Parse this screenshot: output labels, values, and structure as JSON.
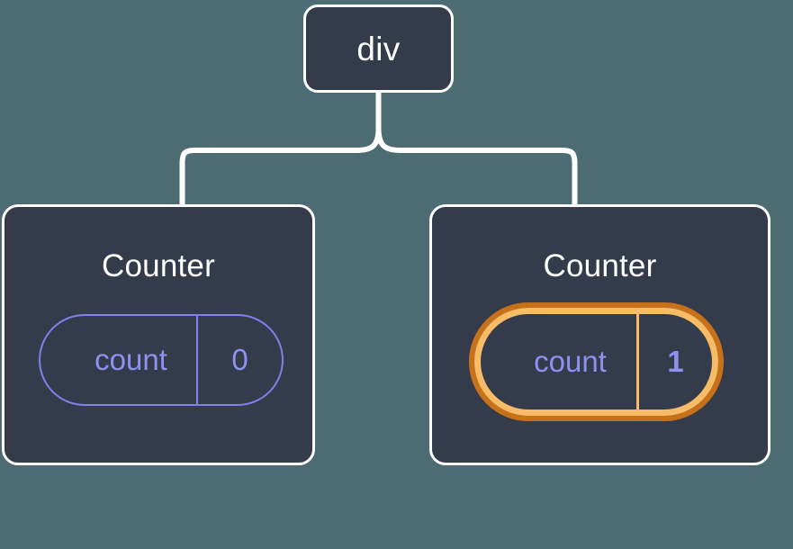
{
  "diagram": {
    "type": "component-tree",
    "background_color": "#4d6b72",
    "node_fill": "#343b4a",
    "node_border": "#ffffff",
    "connector_color": "#ffffff",
    "accent_purple": "#8d91f0",
    "accent_orange_outer": "#c8711b",
    "accent_orange_inner": "#f8bb66"
  },
  "root": {
    "label": "div"
  },
  "children": [
    {
      "title": "Counter",
      "state": {
        "key": "count",
        "value": "0"
      },
      "highlighted": false
    },
    {
      "title": "Counter",
      "state": {
        "key": "count",
        "value": "1"
      },
      "highlighted": true,
      "sparkles": [
        "sparkle-large",
        "sparkle-small"
      ]
    }
  ]
}
